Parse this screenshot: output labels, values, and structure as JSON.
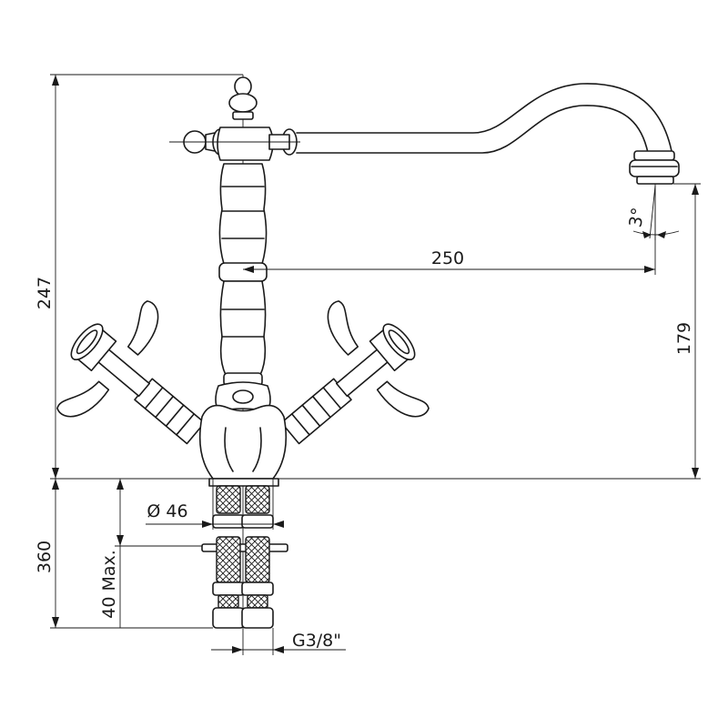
{
  "dimensions": {
    "overall_height": "247",
    "spout_height": "179",
    "spout_reach": "250",
    "spout_angle": "3°",
    "base_diameter": "Ø 46",
    "below_deck": "360",
    "deck_thickness_max": "40 Max.",
    "thread_size": "G3/8\""
  },
  "colors": {
    "line": "#1a1a1a",
    "background": "#ffffff"
  }
}
